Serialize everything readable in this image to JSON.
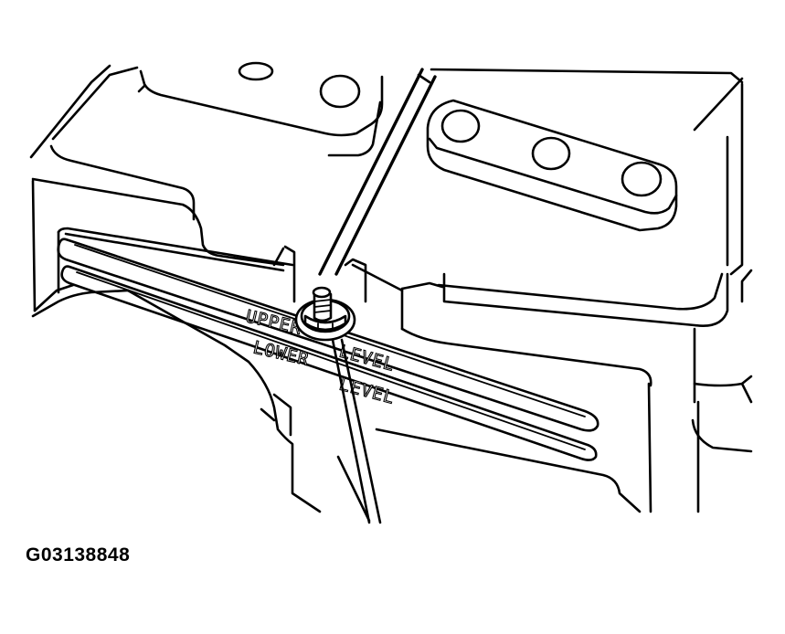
{
  "figure": {
    "caption_id": "G03138848",
    "labels": {
      "upper_a": "UPPER",
      "upper_b": "LEVEL",
      "lower_a": "LOWER",
      "lower_b": "LEVEL"
    }
  },
  "colors": {
    "ink": "#000000",
    "paper": "#ffffff"
  }
}
